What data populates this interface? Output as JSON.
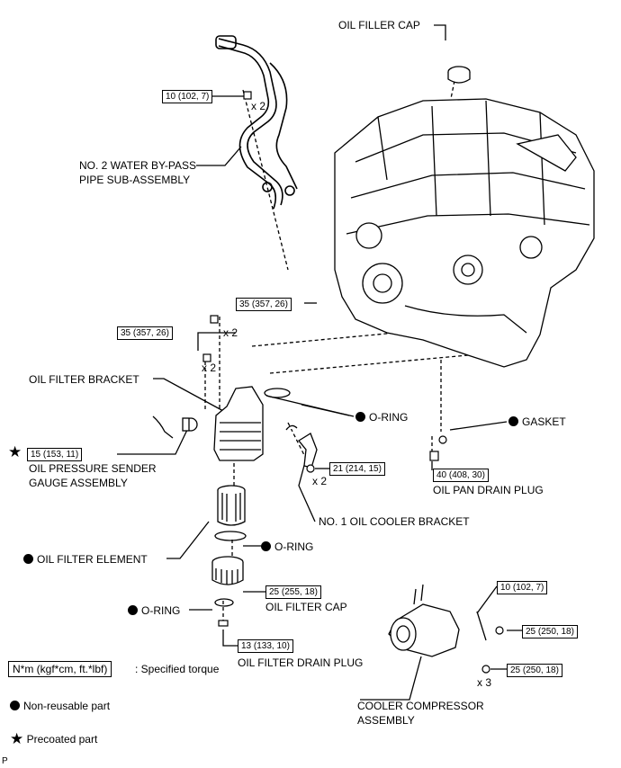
{
  "labels": {
    "oil_filler_cap": "OIL FILLER CAP",
    "water_bypass_line1": "NO. 2 WATER BY-PASS",
    "water_bypass_line2": "PIPE SUB-ASSEMBLY",
    "oil_filter_bracket": "OIL FILTER BRACKET",
    "o_ring_1": "O-RING",
    "gasket": "GASKET",
    "sender_line1": "OIL PRESSURE SENDER",
    "sender_line2": "GAUGE ASSEMBLY",
    "oil_pan_drain_plug": "OIL PAN DRAIN PLUG",
    "no1_cooler_bracket": "NO. 1 OIL COOLER BRACKET",
    "o_ring_2": "O-RING",
    "oil_filter_element": "OIL FILTER ELEMENT",
    "oil_filter_cap": "OIL FILTER CAP",
    "o_ring_3": "O-RING",
    "oil_filter_drain_plug": "OIL FILTER DRAIN PLUG",
    "cooler_compressor_line1": "COOLER COMPRESSOR",
    "cooler_compressor_line2": "ASSEMBLY",
    "page_code": "P"
  },
  "torques": {
    "bypass_bolt": "10 (102, 7)",
    "bracket_bolt_a": "35 (357, 26)",
    "bracket_bolt_b": "35 (357, 26)",
    "sender": "15 (153, 11)",
    "cooler_bracket": "21 (214, 15)",
    "oil_pan_plug": "40 (408, 30)",
    "filter_cap": "25 (255, 18)",
    "filter_drain": "13 (133, 10)",
    "compressor_stud": "10 (102, 7)",
    "compressor_nut": "25 (250, 18)",
    "compressor_bolt": "25 (250, 18)"
  },
  "quantities": {
    "bypass": "x 2",
    "bracket_a": "x 2",
    "bracket_b": "x 2",
    "cooler_bracket": "x 2",
    "compressor": "x 3"
  },
  "legend": {
    "torque_box": "N*m (kgf*cm, ft.*lbf)",
    "torque_desc": ": Specified torque",
    "non_reusable": "Non-reusable part",
    "precoated": "Precoated part"
  }
}
